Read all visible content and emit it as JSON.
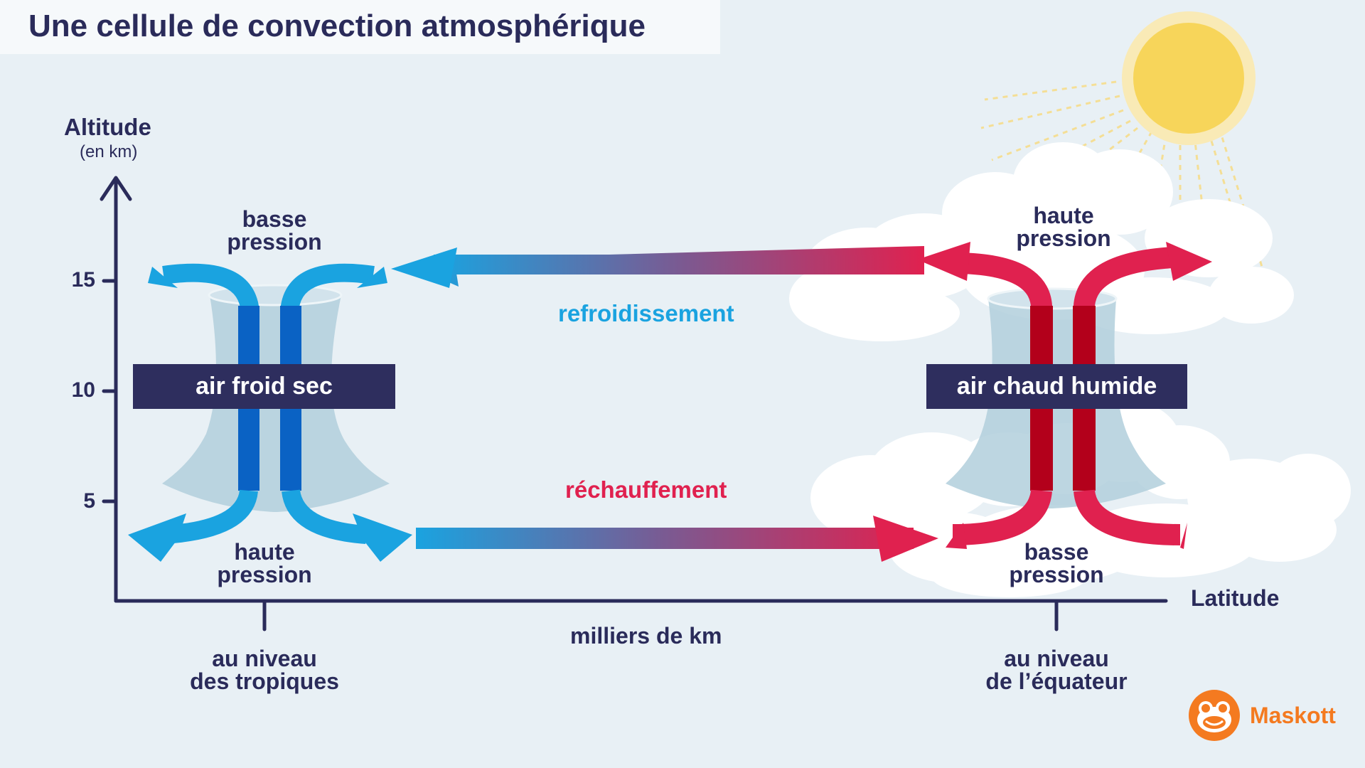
{
  "title": "Une cellule de convection atmosphérique",
  "y_axis": {
    "label": "Altitude",
    "unit": "(en km)",
    "ticks": [
      "15",
      "10",
      "5"
    ]
  },
  "x_axis": {
    "label": "Latitude",
    "distance_label": "milliers de km",
    "left_tick_label": "au niveau\ndes tropiques",
    "right_tick_label": "au niveau\nde l’équateur"
  },
  "left_column": {
    "box_label": "air froid sec",
    "top_label": "basse\npression",
    "bottom_label": "haute\npression"
  },
  "right_column": {
    "box_label": "air chaud humide",
    "top_label": "haute\npression",
    "bottom_label": "basse\npression"
  },
  "top_flow_label": "refroidissement",
  "bottom_flow_label": "réchauffement",
  "logo_text": "Maskott",
  "colors": {
    "cold": "#1aa3e0",
    "cold_dark": "#0a62c4",
    "warm": "#e0214f",
    "warm_dark": "#b3001b",
    "navy": "#2a2b5a",
    "sun": "#f7d55a",
    "logo": "#f47a20"
  },
  "icons": {
    "sun": "sun-icon",
    "logo": "frog-mascot-icon"
  }
}
